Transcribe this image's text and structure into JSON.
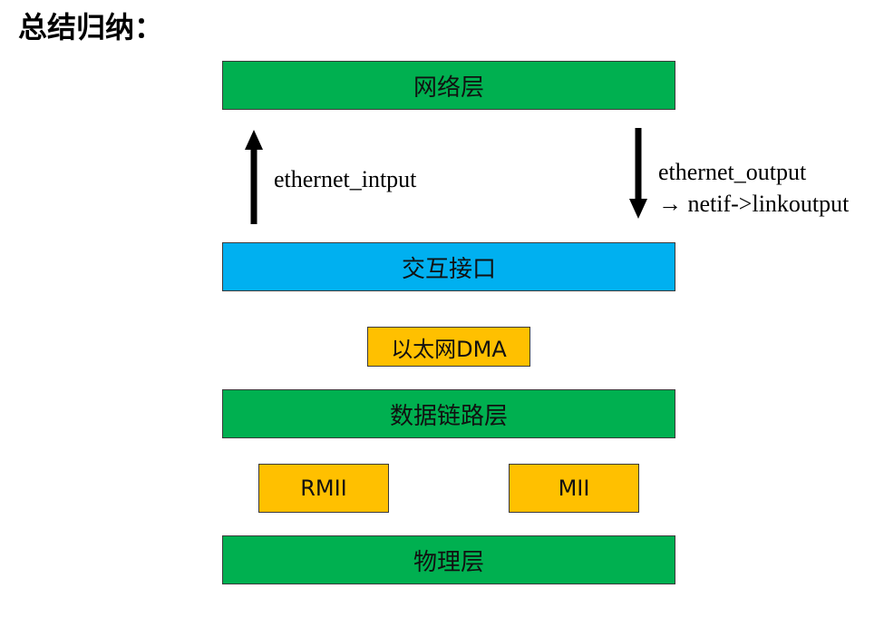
{
  "title": "总结归纳：",
  "layers": {
    "network": "网络层",
    "interface": "交互接口",
    "datalink": "数据链路层",
    "physical": "物理层"
  },
  "components": {
    "dma": "以太网DMA",
    "rmii": "RMII",
    "mii": "MII"
  },
  "arrows": {
    "input_label": "ethernet_intput",
    "output_label": "ethernet_output",
    "output_sub_label": "→ netif->linkoutput"
  },
  "colors": {
    "layer_green": "#00b050",
    "interface_blue": "#00b0f0",
    "component_orange": "#ffc000"
  }
}
